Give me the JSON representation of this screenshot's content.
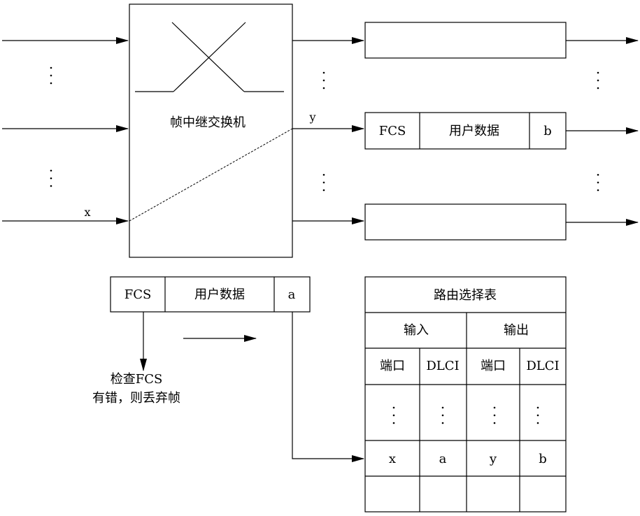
{
  "switch": {
    "label": "帧中继交换机"
  },
  "ports": {
    "in": "x",
    "out": "y"
  },
  "out_frame": {
    "fcs": "FCS",
    "data": "用户数据",
    "dlci": "b"
  },
  "in_frame": {
    "fcs": "FCS",
    "data": "用户数据",
    "dlci": "a"
  },
  "check": {
    "line1": "检查FCS",
    "line2": "有错，则丢弃帧"
  },
  "routing_table": {
    "title": "路由选择表",
    "input_header": "输入",
    "output_header": "输出",
    "col_port_in": "端口",
    "col_dlci_in": "DLCI",
    "col_port_out": "端口",
    "col_dlci_out": "DLCI",
    "row": {
      "in_port": "x",
      "in_dlci": "a",
      "out_port": "y",
      "out_dlci": "b"
    }
  }
}
